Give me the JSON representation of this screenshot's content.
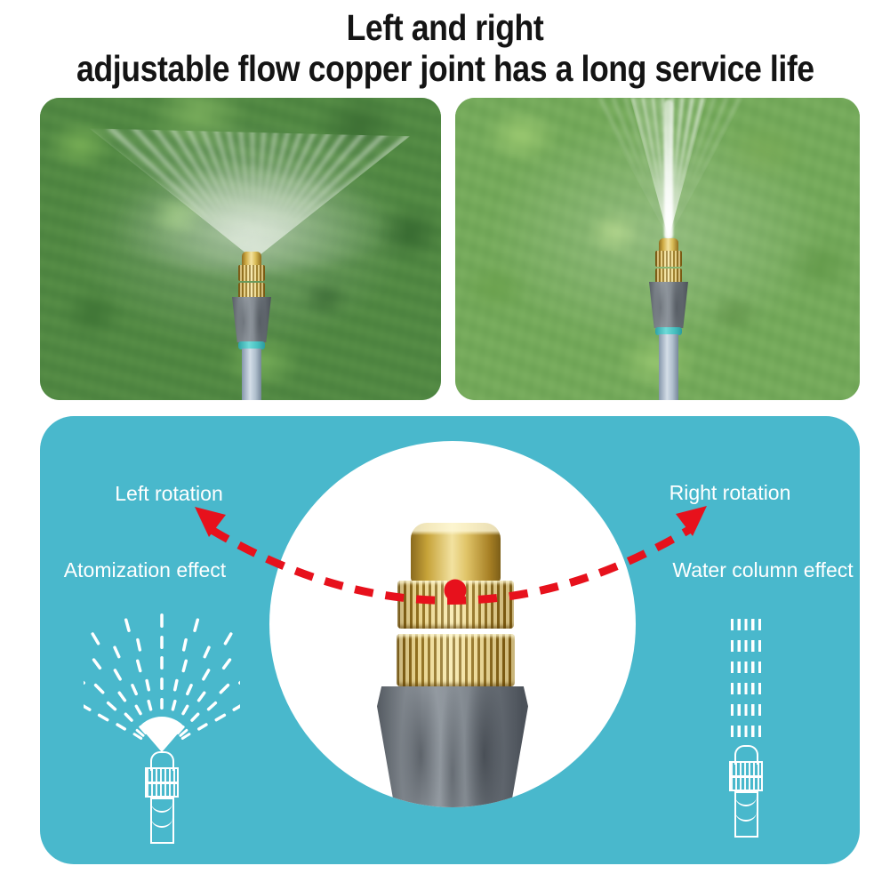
{
  "title": {
    "line1": "Left and right",
    "line2": "adjustable flow copper joint has a long service life"
  },
  "panel": {
    "left_rotation_label": "Left rotation",
    "right_rotation_label": "Right rotation",
    "atomization_label": "Atomization effect",
    "water_column_label": "Water column effect"
  },
  "colors": {
    "panel_teal": "#49b8cc",
    "arrow_red": "#e7111c",
    "title_text": "#141414",
    "label_text": "#ffffff",
    "brass_mid": "#d9b855",
    "body_gray": "#7b8289",
    "hose_blue": "#b7c3d2"
  }
}
